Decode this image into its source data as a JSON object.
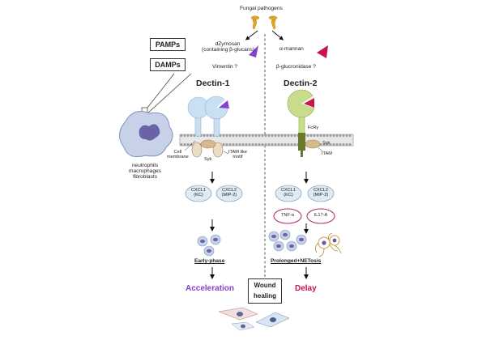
{
  "colors": {
    "dectin1": "#c9dff2",
    "dectin1_stroke": "#8fb3d6",
    "dectin2": "#c8dc8c",
    "dectin2_stroke": "#8eaa4a",
    "purple": "#8a3fd1",
    "crimson": "#c8154a",
    "acceleration": "#8a3fd1",
    "delay": "#c8154a",
    "membrane": "#8e8e8e",
    "syk": "#d8b98c",
    "itam": "#6a7a2a",
    "chemokine": "#dfeaf2",
    "cytokine_ring": "#b3326a",
    "cell": "#c7d2e8",
    "nucleus": "#6b63a8",
    "fungus": "#e3a42a"
  },
  "icons": {
    "fungus": "fungus-icon",
    "ligand_dzymosan": "triangle-icon",
    "ligand_mannan": "triangle-icon",
    "cell": "immune-cell-icon",
    "neutrophil": "neutrophil-icon",
    "net": "net-icon",
    "fibroblast": "fibroblast-icon"
  },
  "labels": {
    "fungal_pathogens": "Fungal pathogens",
    "dzymosan_line1": "dZymosan",
    "dzymosan_line2": "(containing β-glucans)",
    "alpha_mannan": "α-mannan",
    "vimentin": "Vimentin ?",
    "beta_glucronidase": "β-glucronidase ?",
    "pamps": "PAMPs",
    "damps": "DAMPs",
    "dectin1": "Dectin-1",
    "dectin2": "Dectin-2",
    "cell_membrane_line1": "Cell",
    "cell_membrane_line2": "membrane",
    "syk_left": "Syk",
    "itam_like_line1": "ITAM like",
    "itam_like_line2": "motif",
    "fcr": "FcRγ",
    "syk_right": "Syk",
    "itam": "ITAM",
    "cell_types_line1": "neutrophils",
    "cell_types_line2": "macrophages",
    "cell_types_line3": "fibroblasts",
    "cxcl1_left_line1": "CXCL1",
    "cxcl1_left_line2": "(KC)",
    "cxcl2_left_line1": "CXCL2",
    "cxcl2_left_line2": "(MIP-2)",
    "cxcl1_right_line1": "CXCL1",
    "cxcl1_right_line2": "(KC)",
    "cxcl2_right_line1": "CXCL2",
    "cxcl2_right_line2": "(MIP-2)",
    "tnf": "TNF-α",
    "il17": "IL17-A",
    "early_phase": "Early-phase",
    "prolonged": "Prolonged+NETosis",
    "acceleration": "Acceleration",
    "delay": "Delay",
    "wound_line1": "Wound",
    "wound_line2": "healing"
  }
}
